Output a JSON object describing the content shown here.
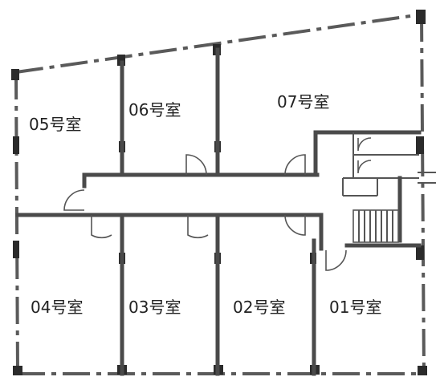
{
  "floor_plan": {
    "rooms": [
      {
        "id": "r05",
        "label": "05号室"
      },
      {
        "id": "r06",
        "label": "06号室"
      },
      {
        "id": "r07",
        "label": "07号室"
      },
      {
        "id": "r04",
        "label": "04号室"
      },
      {
        "id": "r03",
        "label": "03号室"
      },
      {
        "id": "r02",
        "label": "02号室"
      },
      {
        "id": "r01",
        "label": "01号室"
      }
    ]
  }
}
